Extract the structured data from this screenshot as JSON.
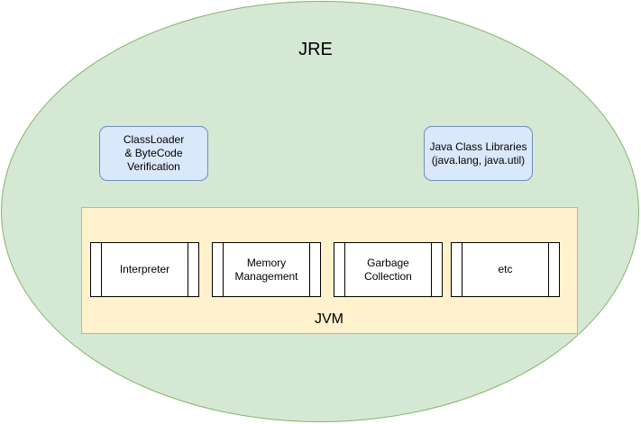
{
  "jre": {
    "label": "JRE",
    "fill": "#d5e8d4",
    "stroke": "#82b366"
  },
  "classloader": {
    "text": "ClassLoader\n& ByteCode\nVerification",
    "fill": "#dae8fc",
    "stroke": "#6c8ebf"
  },
  "java_class_libraries": {
    "text": "Java Class Libraries\n(java.lang, java.util)",
    "fill": "#dae8fc",
    "stroke": "#6c8ebf"
  },
  "jvm": {
    "label": "JVM",
    "fill": "#fff2cc",
    "stroke": "#d6b656",
    "components": [
      {
        "text": "Interpreter"
      },
      {
        "text": "Memory\nManagement"
      },
      {
        "text": "Garbage\nCollection"
      },
      {
        "text": "etc"
      }
    ]
  }
}
